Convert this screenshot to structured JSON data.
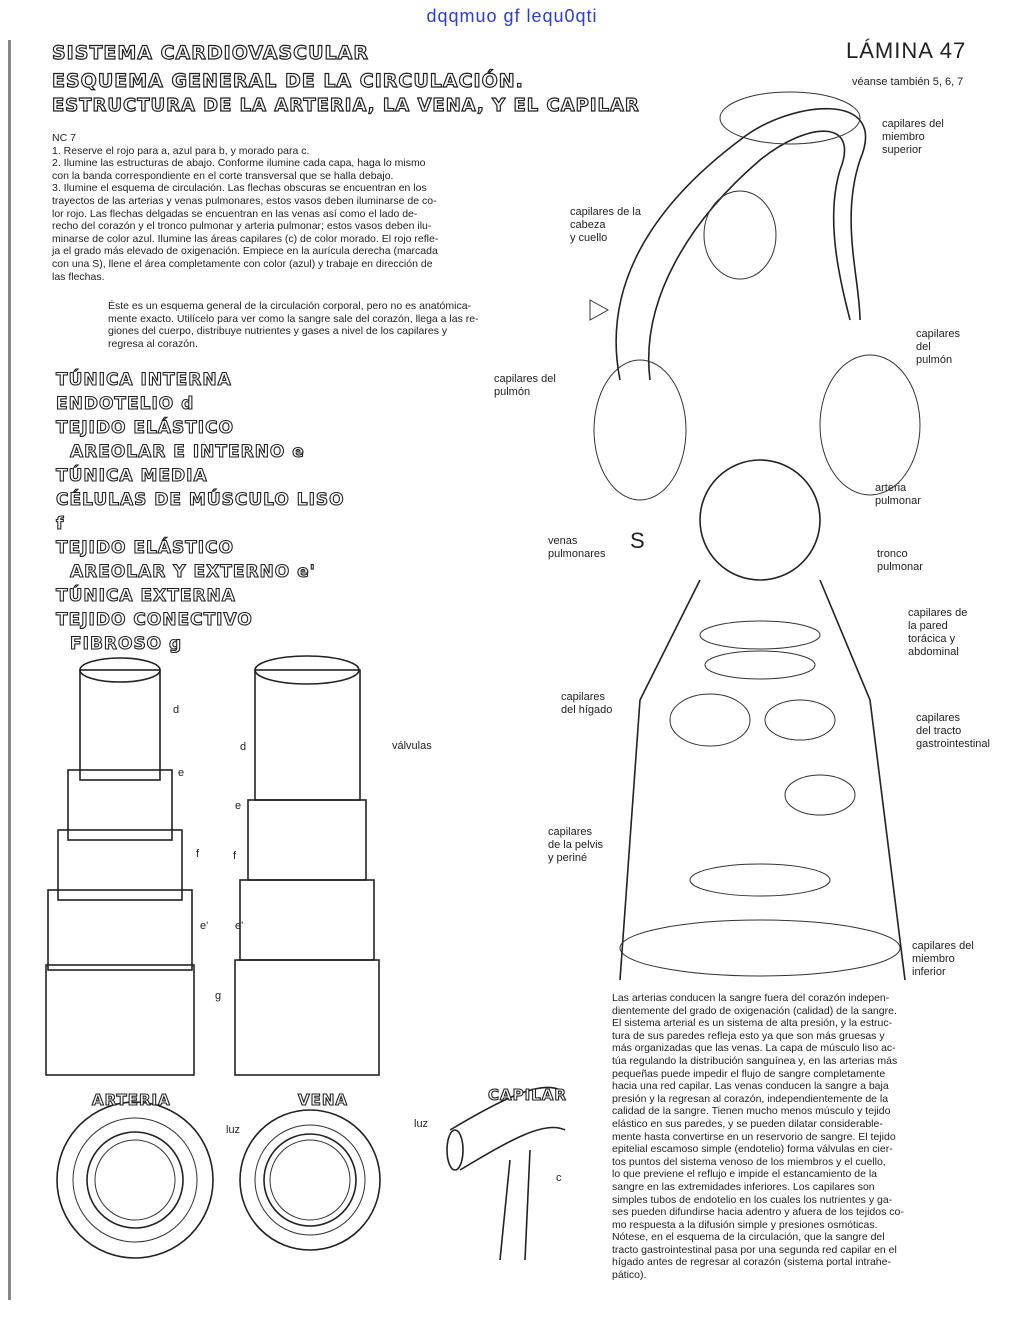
{
  "watermark": "dqqmuo gf lequ0qti",
  "plate": {
    "title": "LÁMINA 47",
    "see_also": "véanse también 5, 6, 7"
  },
  "titles": [
    "SISTEMA CARDIOVASCULAR",
    "ESQUEMA GENERAL DE LA CIRCULACIÓN.",
    "ESTRUCTURA DE LA ARTERIA, LA VENA, Y EL CAPILAR"
  ],
  "instructions": {
    "code": "NC 7",
    "lines": [
      "1. Reserve el rojo para a, azul para b, y morado para c.",
      "2. Ilumine las estructuras de abajo. Conforme ilumine cada capa, haga lo mismo",
      "con la banda correspondiente en el corte transversal que se halla debajo.",
      "3. Ilumine el esquema de circulación. Las flechas obscuras se encuentran en los",
      "trayectos de las arterias y venas pulmonares, estos vasos deben iluminarse de co-",
      "lor rojo. Las flechas delgadas se encuentran en las venas así como el lado de-",
      "recho del corazón y el tronco pulmonar y arteria pulmonar; estos vasos deben ilu-",
      "minarse de color azul. Ilumine las áreas capilares (c) de color morado. El rojo refle-",
      "ja el grado más elevado de oxigenación. Empiece en la aurícula derecha (marcada",
      "con una S), llene el área completamente con color (azul) y trabaje en dirección de",
      "las flechas."
    ]
  },
  "note": [
    "Éste es un esquema general de la circulación corporal, pero no es anatómica-",
    "mente exacto. Utilícelo para ver como la sangre sale del corazón, llega a las re-",
    "giones del cuerpo, distribuye nutrientes y gases a nivel de los capilares y",
    "regresa al corazón."
  ],
  "legend": [
    {
      "text": "TÚNICA INTERNA",
      "indent": 0
    },
    {
      "text": "ENDOTELIO d",
      "indent": 0
    },
    {
      "text": "TEJIDO ELÁSTICO",
      "indent": 0
    },
    {
      "text": "AREOLAR E INTERNO e",
      "indent": 1
    },
    {
      "text": "TÚNICA MEDIA",
      "indent": 0
    },
    {
      "text": "CÉLULAS DE MÚSCULO LISO f",
      "indent": 0
    },
    {
      "text": "TEJIDO ELÁSTICO",
      "indent": 0
    },
    {
      "text": "AREOLAR Y EXTERNO e'",
      "indent": 1
    },
    {
      "text": "TÚNICA EXTERNA",
      "indent": 0
    },
    {
      "text": "TEJIDO CONECTIVO",
      "indent": 0
    },
    {
      "text": "FIBROSO g",
      "indent": 1
    }
  ],
  "diagram_labels": {
    "cap_miembro_superior": [
      "capilares del",
      "miembro",
      "superior"
    ],
    "cap_cabeza": [
      "capilares de la",
      "cabeza",
      "y cuello"
    ],
    "cap_pulmon_left": [
      "capilares del",
      "pulmón"
    ],
    "cap_pulmon_right": [
      "capilares",
      "del",
      "pulmón"
    ],
    "arteria_pulmonar": [
      "arteria",
      "pulmonar"
    ],
    "venas_pulmonares": [
      "venas",
      "pulmonares"
    ],
    "tronco_pulmonar": [
      "tronco",
      "pulmonar"
    ],
    "cap_pared": [
      "capilares de",
      "la pared",
      "torácica y",
      "abdominal"
    ],
    "cap_higado": [
      "capilares",
      "del hígado"
    ],
    "cap_tracto": [
      "capilares",
      "del tracto",
      "gastrointestinal"
    ],
    "cap_pelvis": [
      "capilares",
      "de la pelvis",
      "y periné"
    ],
    "cap_miembro_inferior": [
      "capilares del",
      "miembro",
      "inferior"
    ],
    "valvulas": "válvulas",
    "luz_a": "luz",
    "luz_b": "luz",
    "vessel_titles": [
      "ARTERIA",
      "VENA",
      "CAPILAR"
    ],
    "letters": [
      "d",
      "e",
      "f",
      "e'",
      "g",
      "c",
      "S"
    ]
  },
  "bottom_text": [
    "Las arterias conducen la sangre fuera del corazón indepen-",
    "dientemente del grado de oxigenación (calidad) de la sangre.",
    "El sistema arterial es un sistema de alta presión, y la estruc-",
    "tura de sus paredes refleja esto ya que son más gruesas y",
    "más organizadas que las venas. La capa de músculo liso ac-",
    "túa regulando la distribución sanguínea y, en las arterias más",
    "pequeñas puede impedir el flujo de sangre completamente",
    "hacia una red capilar. Las venas conducen la sangre a baja",
    "presión y la regresan al corazón, independientemente de la",
    "calidad de la sangre. Tienen mucho menos músculo y tejido",
    "elástico en sus paredes, y se pueden dilatar considerable-",
    "mente hasta convertirse en un reservorio de sangre. El tejido",
    "epitelial escamoso simple (endotelio) forma válvulas en cier-",
    "tos puntos del sistema venoso de los miembros y el cuello,",
    "lo que previene el reflujo e impide el estancamiento de la",
    "sangre en las extremidades inferiores. Los capilares son",
    "simples tubos de endotelio en los cuales los nutrientes y ga-",
    "ses pueden difundirse hacia adentro y afuera de los tejidos co-",
    "mo respuesta a la difusión simple y presiones osmóticas.",
    "Nótese, en el esquema de la circulación, que la sangre del",
    "tracto gastrointestinal pasa por una segunda red capilar en el",
    "hígado antes de regresar al corazón (sistema portal intrahe-",
    "pático)."
  ]
}
